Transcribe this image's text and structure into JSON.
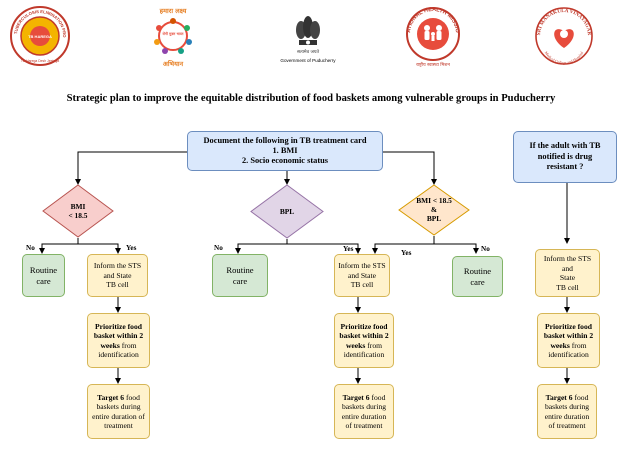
{
  "logos": [
    {
      "ring_text": "NATIONAL TUBERCULOSIS ELIMINATION PROGRAMME",
      "center_text": "TB HAREGA",
      "bottom_text": "TB Harega Desh Jeetega"
    },
    {
      "top_text": "हमारा लक्ष्य",
      "center_text": "रोगी मुक्त भारत",
      "bottom_text": "अभियान"
    },
    {
      "caption": "Government of Puducherry",
      "sub_caption": "सत्यमेव जयते"
    },
    {
      "ring_text": "NATIONAL HEALTH MISSION",
      "bottom_text": "राष्ट्रीय स्वास्थ्य मिशन"
    },
    {
      "ring_text": "SRI MANAKULA VINAYAGAR",
      "bottom_text": "Medical College and Hospital"
    }
  ],
  "title": "Strategic plan to improve the equitable distribution of food baskets among vulnerable groups in Puducherry",
  "top_box": {
    "line1": "Document the following in TB treatment card",
    "line2": "1. BMI",
    "line3": "2. Socio economic status"
  },
  "right_top_box": {
    "line1": "If the adult with TB",
    "line2": "notified is drug",
    "line3": "resistant ?"
  },
  "diamonds": {
    "bmi": {
      "line1": "BMI",
      "line2": "< 18.5"
    },
    "bpl": {
      "line1": "BPL"
    },
    "both": {
      "line1": "BMI < 18.5",
      "line2": "&",
      "line3": "BPL"
    }
  },
  "labels": {
    "no": "No",
    "yes": "Yes"
  },
  "routine": {
    "line1": "Routine",
    "line2": "care"
  },
  "inform": {
    "line1": "Inform the STS",
    "line2": "and State",
    "line3": "TB cell"
  },
  "inform_right": {
    "line1": "Inform the STS and",
    "line2": "State",
    "line3": "TB cell"
  },
  "prioritize": {
    "bold": "Prioritize food basket within 2",
    "rest_bold": "weeks",
    "rest": "from identification"
  },
  "target": {
    "bold": "Target 6",
    "rest": "food baskets during entire duration of treatment"
  },
  "colors": {
    "blue_fill": "#dae8fc",
    "blue_border": "#6c8ebf",
    "pink_fill": "#f8cecc",
    "pink_border": "#b85450",
    "purple_fill": "#e1d5e7",
    "purple_border": "#9673a6",
    "orange_fill": "#ffe6cc",
    "orange_border": "#d79b00",
    "green_fill": "#d5e8d4",
    "green_border": "#82b366",
    "yellow_fill": "#fff2cc",
    "yellow_border": "#d6b656"
  }
}
